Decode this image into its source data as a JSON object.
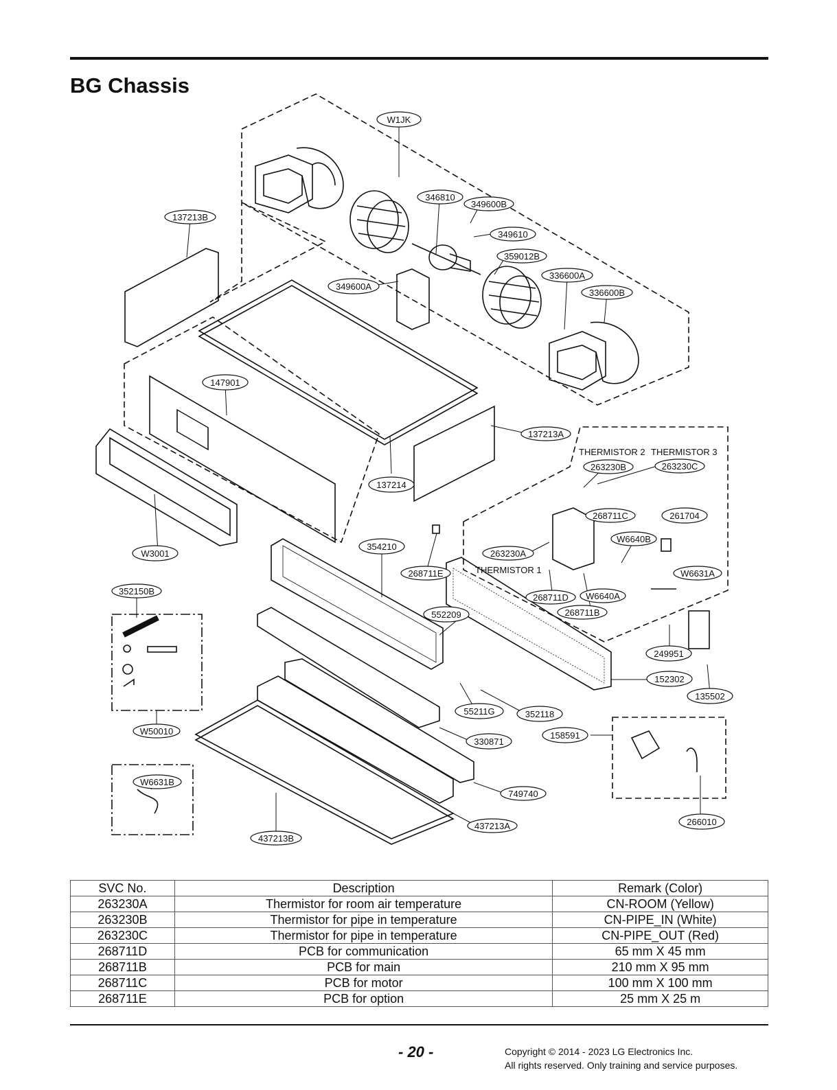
{
  "title": "BG Chassis",
  "diagram": {
    "callouts": [
      {
        "id": "W1JK"
      },
      {
        "id": "137213B"
      },
      {
        "id": "346810"
      },
      {
        "id": "349600B"
      },
      {
        "id": "349610"
      },
      {
        "id": "359012B"
      },
      {
        "id": "336600A"
      },
      {
        "id": "336600B"
      },
      {
        "id": "349600A"
      },
      {
        "id": "147901"
      },
      {
        "id": "137213A"
      },
      {
        "id": "137214"
      },
      {
        "id": "263230B"
      },
      {
        "id": "263230C"
      },
      {
        "id": "268711C"
      },
      {
        "id": "261704"
      },
      {
        "id": "W6640B"
      },
      {
        "id": "263230A"
      },
      {
        "id": "268711E"
      },
      {
        "id": "354210"
      },
      {
        "id": "W3001"
      },
      {
        "id": "W6631A"
      },
      {
        "id": "268711D"
      },
      {
        "id": "W6640A"
      },
      {
        "id": "268711B"
      },
      {
        "id": "352150B"
      },
      {
        "id": "552209"
      },
      {
        "id": "249951"
      },
      {
        "id": "152302"
      },
      {
        "id": "135502"
      },
      {
        "id": "55211G"
      },
      {
        "id": "352118"
      },
      {
        "id": "W50010"
      },
      {
        "id": "158591"
      },
      {
        "id": "330871"
      },
      {
        "id": "W6631B"
      },
      {
        "id": "749740"
      },
      {
        "id": "437213A"
      },
      {
        "id": "266010"
      },
      {
        "id": "437213B"
      }
    ],
    "notes": {
      "thermistor_2": "THERMISTOR 2",
      "thermistor_3": "THERMISTOR 3",
      "thermistor_1": "THERMISTOR 1"
    }
  },
  "table": {
    "headers": [
      "SVC No.",
      "Description",
      "Remark (Color)"
    ],
    "rows": [
      [
        "263230A",
        "Thermistor for room air temperature",
        "CN-ROOM (Yellow)"
      ],
      [
        "263230B",
        "Thermistor for pipe in temperature",
        "CN-PIPE_IN (White)"
      ],
      [
        "263230C",
        "Thermistor for pipe in temperature",
        "CN-PIPE_OUT (Red)"
      ],
      [
        "268711D",
        "PCB for communication",
        "65 mm X 45 mm"
      ],
      [
        "268711B",
        "PCB for main",
        "210 mm X 95 mm"
      ],
      [
        "268711C",
        "PCB for motor",
        "100 mm X 100 mm"
      ],
      [
        "268711E",
        "PCB for option",
        "25 mm X 25 m"
      ]
    ]
  },
  "footer": {
    "page_number": "- 20 -",
    "copyright_line1": "Copyright © 2014 - 2023 LG Electronics Inc.",
    "copyright_line2": "All rights reserved. Only training and service purposes."
  }
}
